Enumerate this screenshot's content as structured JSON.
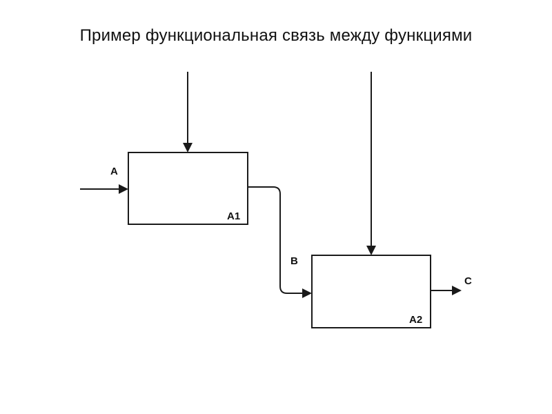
{
  "title": "Пример функциональная связь между функциями",
  "boxes": [
    {
      "id": "A1",
      "label": "A1"
    },
    {
      "id": "A2",
      "label": "A2"
    }
  ],
  "arrows": [
    {
      "id": "input-a",
      "label": "A",
      "from": "",
      "to": "A1",
      "role": "input"
    },
    {
      "id": "control-a1",
      "label": "",
      "from": "",
      "to": "A1",
      "role": "control"
    },
    {
      "id": "link-b",
      "label": "B",
      "from": "A1",
      "to": "A2",
      "role": "input"
    },
    {
      "id": "control-a2",
      "label": "",
      "from": "",
      "to": "A2",
      "role": "control"
    },
    {
      "id": "output-c",
      "label": "C",
      "from": "A2",
      "to": "",
      "role": "output"
    }
  ],
  "colors": {
    "line": "#1a1a1a",
    "background": "#ffffff"
  }
}
